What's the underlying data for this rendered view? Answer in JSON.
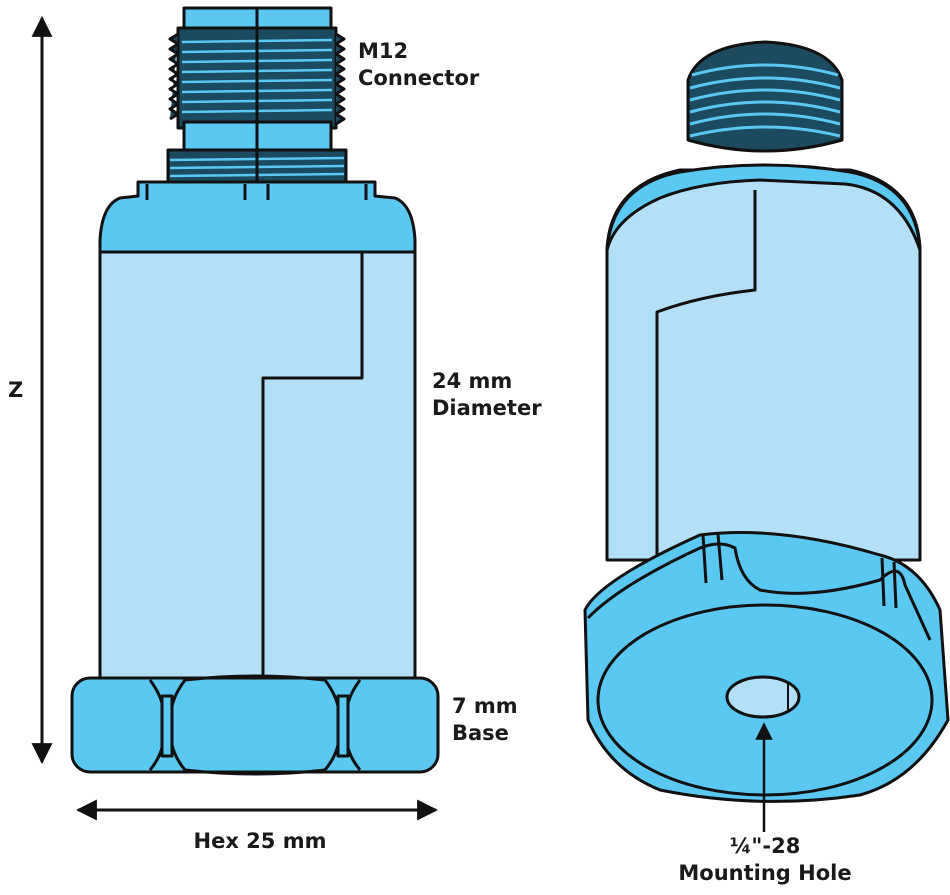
{
  "diagram": {
    "subject": "Vibration sensor with M12 connector",
    "views": [
      "front-view",
      "perspective-bottom-view"
    ],
    "colors": {
      "body_light": "#b3e0f7",
      "body_medium": "#5bc8f2",
      "thread_dark": "#1c4a5e",
      "outline": "#111111",
      "text": "#1a1a1a",
      "background": "#ffffff"
    }
  },
  "labels": {
    "connector": {
      "line1": "M12",
      "line2": "Connector"
    },
    "diameter": {
      "line1": "24 mm",
      "line2": "Diameter"
    },
    "base": {
      "line1": "7 mm",
      "line2": "Base"
    },
    "height_axis": "Z",
    "hex": "Hex 25 mm",
    "mounting_hole": {
      "line1": "¼\"-28",
      "line2": "Mounting Hole"
    }
  }
}
